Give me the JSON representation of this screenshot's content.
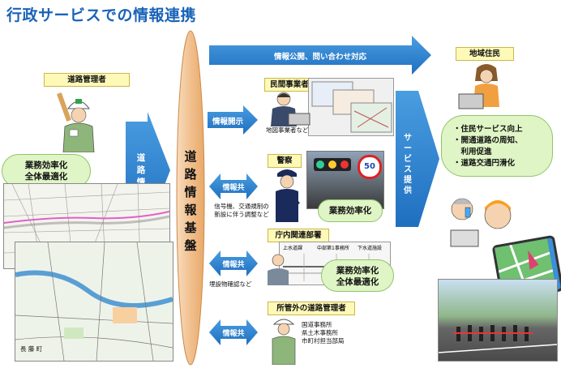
{
  "title": "行政サービスでの情報連携",
  "road_manager": {
    "label": "道路管理者",
    "cloud": [
      "業務効率化",
      "全体最適化"
    ]
  },
  "road_info_open": "道路情報公開",
  "hub": "道路情報基盤",
  "top_arrow": "情報公開、問い合わせ対応",
  "residents": {
    "label": "地域住民",
    "cloud": [
      "・住民サービス向上",
      "・開通道路の周知、",
      "　利用促進",
      "・道路交通円滑化"
    ]
  },
  "service": "サービス提供",
  "private": {
    "label": "民間事業者",
    "arrow": "情報開示",
    "caption": "地図事業者など"
  },
  "police": {
    "label": "警察",
    "arrow": "情報共有",
    "caption": [
      "信号機、交通規制の",
      "新設に伴う調整など"
    ],
    "cloud": "業務効率化",
    "sign": "50"
  },
  "agency": {
    "label": "庁内関連部署",
    "arrow": "情報共有",
    "caption": "埋設物確認など",
    "cloud": [
      "業務効率化",
      "全体最適化"
    ],
    "doc_labels": [
      "上水道課",
      "中部第1事務所",
      "下水道施設"
    ]
  },
  "other": {
    "label": "所管外の道路管理者",
    "arrow": "情報共有",
    "caption": [
      "国道事務所",
      "県土木事務所",
      "市町村担当部局"
    ]
  },
  "map_label": "長 藤 町",
  "colors": {
    "arrow": "#2e7fcf",
    "hub": "#f3c99a",
    "cloud": "#dff5c5",
    "label": "#fff9b8",
    "title": "#1a63b8"
  }
}
